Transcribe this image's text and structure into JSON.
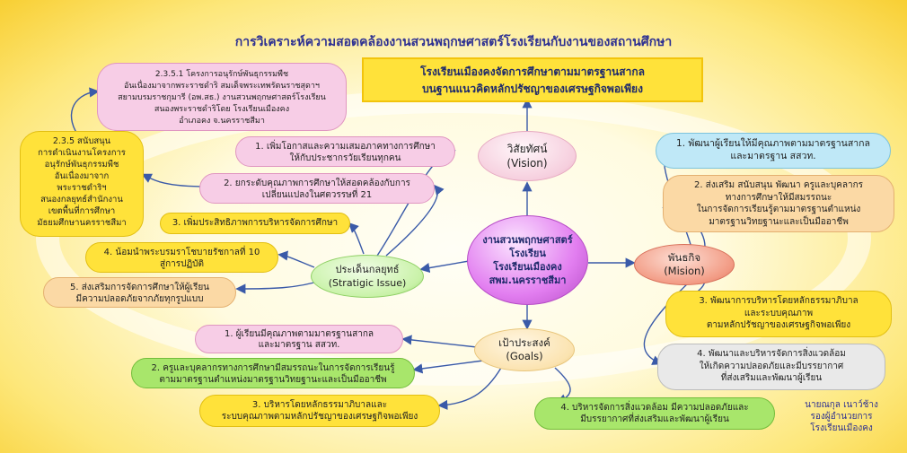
{
  "title": "การวิเคราะห์ความสอดคล้องงานสวนพฤกษศาสตร์โรงเรียนกับงานของสถานศึกษา",
  "center": {
    "lines": [
      "งานสวนพฤกษศาสตร์",
      "โรงเรียน",
      "โรงเรียนเมืองคง",
      "สพม.นครราชสีมา"
    ]
  },
  "top_goal": {
    "lines": [
      "โรงเรียนเมืองคงจัดการศึกษาตามมาตรฐานสากล",
      "บนฐานแนวคิดหลักปรัชญาของเศรษฐกิจพอเพียง"
    ]
  },
  "vision": {
    "title": "วิสัยทัศน์",
    "subtitle": "(Vision)"
  },
  "mission": {
    "title": "พันธกิจ",
    "subtitle": "(Mision)",
    "items": [
      {
        "lines": [
          "1. พัฒนาผู้เรียนให้มีคุณภาพตามมาตรฐานสากล",
          "และมาตรฐาน สสวท."
        ]
      },
      {
        "lines": [
          "2. ส่งเสริม สนับสนุน  พัฒนา ครูและบุคลากร",
          "ทางการศึกษาให้มีสมรรถนะ",
          "ในการจัดการเรียนรู้ตามมาตรฐานตำแหน่ง",
          "มาตรฐานวิทยฐานะและเป็นมืออาชีพ"
        ]
      },
      {
        "lines": [
          "3. พัฒนาการบริหารโดยหลักธรรมาภิบาล",
          "และระบบคุณภาพ",
          "ตามหลักปรัชญาของเศรษฐกิจพอเพียง"
        ]
      },
      {
        "lines": [
          "4. พัฒนาและบริหารจัดการสิ่งแวดล้อม",
          "ให้เกิดความปลอดภัยและมีบรรยากาศ",
          "ที่ส่งเสริมและพัฒนาผู้เรียน"
        ]
      }
    ]
  },
  "strategy": {
    "title": "ประเด็นกลยุทธ์",
    "subtitle": "(Stratigic Issue)",
    "items": [
      {
        "lines": [
          "1. เพิ่มโอกาสและความเสมอภาคทางการศึกษา",
          "ให้กับประชากรวัยเรียนทุกคน"
        ]
      },
      {
        "lines": [
          "2. ยกระดับคุณภาพการศึกษาให้สอดคล้องกับการ",
          "เปลี่ยนแปลงในศตวรรษที่  21"
        ]
      },
      {
        "lines": [
          "3. เพิ่มประสิทธิภาพการบริหารจัดการศึกษา"
        ]
      },
      {
        "lines": [
          "4. น้อมนำพระบรมราโชบายรัชกาลที่ 10",
          "สู่การปฏิบัติ"
        ]
      },
      {
        "lines": [
          "5. ส่งเสริมการจัดการศึกษาให้ผู้เรียน",
          "มีความปลอดภัยจากภัยทุกรูปแบบ"
        ]
      }
    ],
    "sub_235": {
      "lines": [
        "2.3.5 สนับสนุน",
        "การดำเนินงานโครงการ",
        "อนุรักษ์พันธุกรรมพืช",
        "อันเนื่องมาจาก",
        "พระราชดำริฯ",
        "สนองกลยุทธ์สำนักงาน",
        "เขตพื้นที่การศึกษา",
        "มัธยมศึกษานครราชสีมา"
      ]
    },
    "sub_2351": {
      "lines": [
        "2.3.5.1 โครงการอนุรักษ์พันธุกรรมพืช",
        "อันเนื่องมาจากพระราชดำริ สมเด็จพระเทพรัตนราชสุดาฯ",
        "สยามบรมราชกุมารี (อพ.สธ.) งานสวนพฤกษศาสตร์โรงเรียน",
        "สนองพระราชดำริโดย โรงเรียนเมืองคง",
        "อำเภอคง จ.นครราชสีมา"
      ]
    }
  },
  "goals": {
    "title": "เป้าประสงค์",
    "subtitle": "(Goals)",
    "items": [
      {
        "lines": [
          "1. ผู้เรียนมีคุณภาพตามมาตรฐานสากล",
          "และมาตรฐาน สสวท."
        ]
      },
      {
        "lines": [
          "2. ครูและบุคลากรทางการศึกษามีสมรรถนะในการจัดการเรียนรู้",
          "ตามมาตรฐานตำแหน่งมาตรฐานวิทยฐานะและเป็นมืออาชีพ"
        ]
      },
      {
        "lines": [
          "3. บริหารโดยหลักธรรมาภิบาลและ",
          "ระบบคุณภาพตามหลักปรัชญาของเศรษฐกิจพอเพียง"
        ]
      },
      {
        "lines": [
          "4. บริหารจัดการสิ่งแวดล้อม มีความปลอดภัยและ",
          "มีบรรยากาศที่ส่งเสริมและพัฒนาผู้เรียน"
        ]
      }
    ]
  },
  "author": {
    "lines": [
      "นายณกุล  เนาว์ช้าง",
      "รองผู้อำนวยการ",
      "โรงเรียนเมืองคง"
    ]
  },
  "colors": {
    "title": "#2e3192",
    "center": "#e27ef0",
    "vision": "#f7d9e4",
    "mission": "#f29a83",
    "strategy": "#c9f2a8",
    "goals": "#fbe3b0",
    "pink": "#f7cde6",
    "green": "#a8e66b",
    "yellow": "#ffe23a",
    "lightblue": "#bfe8f7",
    "peach": "#fbd9a5",
    "gray": "#e9e9e9",
    "line": "#3a5aa8"
  }
}
